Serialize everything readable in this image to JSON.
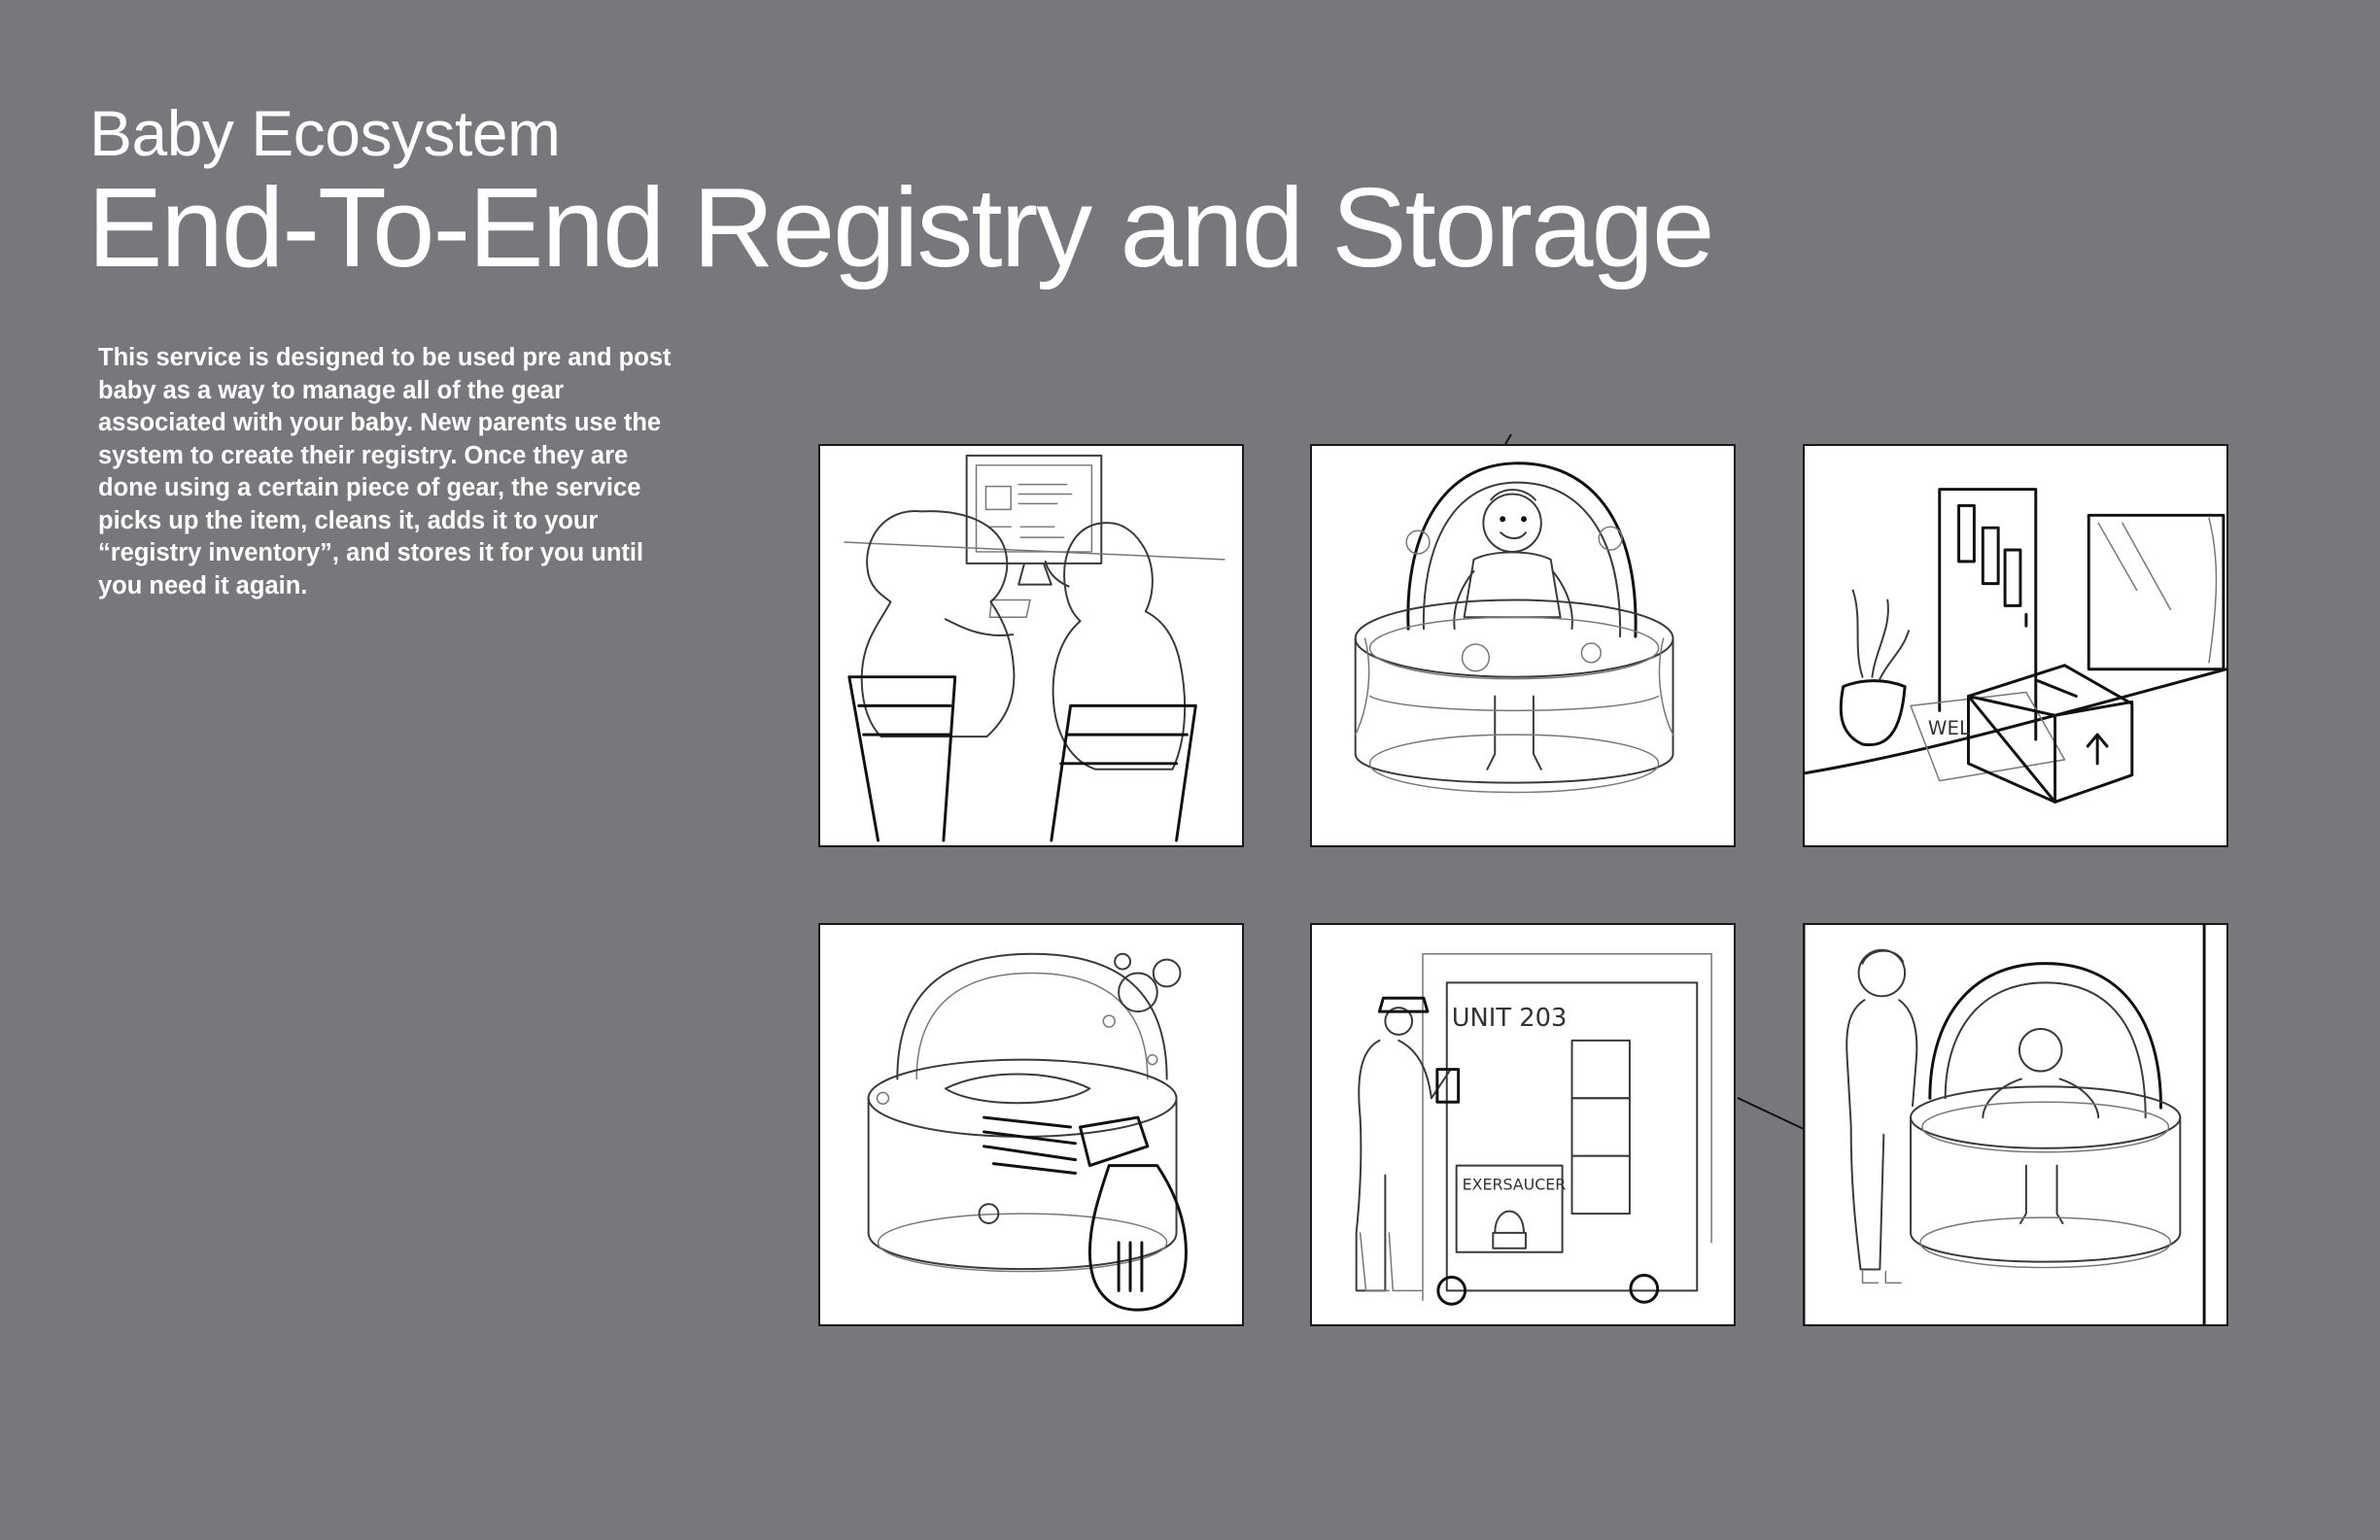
{
  "header": {
    "subtitle": "Baby Ecosystem",
    "title": "End-To-End Registry and Storage"
  },
  "description": "This service is designed to be used pre and post baby as a way to manage all of the gear associated with your baby. New parents use the system to create their registry. Once they are done using a certain piece of gear, the service picks up the item, cleans it, adds it to your “registry inventory”, and stores it for you until you need it again.",
  "storyboard": {
    "panels": [
      {
        "scene": "parents-creating-registry-on-computer"
      },
      {
        "scene": "baby-in-exersaucer"
      },
      {
        "scene": "box-left-at-front-door-for-pickup"
      },
      {
        "scene": "exersaucer-being-cleaned"
      },
      {
        "scene": "worker-storing-item-in-unit",
        "unit_label": "UNIT 203",
        "bin_label": "EXERSAUCER"
      },
      {
        "scene": "item-returned-to-family"
      }
    ],
    "door_mat_text": "WEL"
  },
  "colors": {
    "background": "#77787c",
    "text": "#ffffff",
    "panel_border": "#1a1a1a",
    "panel_fill": "#ffffff"
  }
}
